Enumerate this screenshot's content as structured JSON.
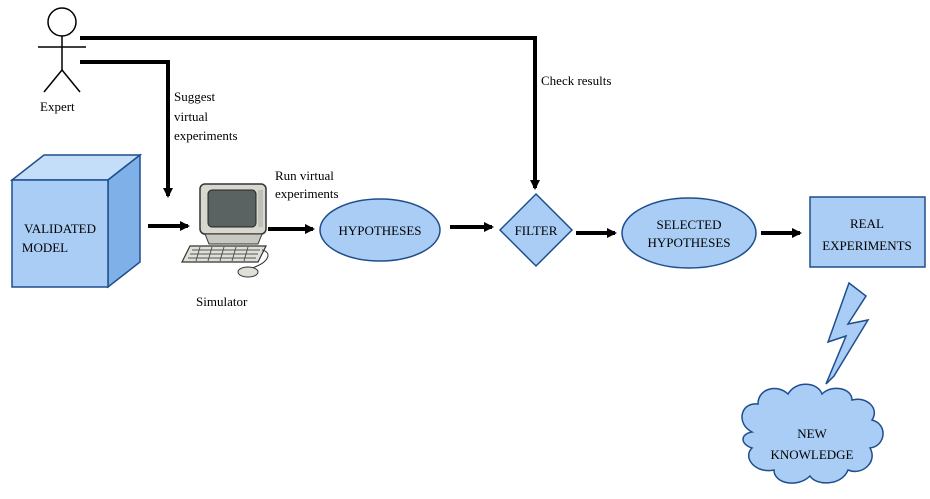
{
  "diagram": {
    "actor_label": "Expert",
    "computer_label": "Simulator",
    "edge_labels": {
      "suggest_line1": "Suggest",
      "suggest_line2": "virtual",
      "suggest_line3": "experiments",
      "run_line1": "Run virtual",
      "run_line2": "experiments",
      "check": "Check results"
    },
    "nodes": {
      "model_line1": "VALIDATED",
      "model_line2": "MODEL",
      "hypotheses": "HYPOTHESES",
      "filter": "FILTER",
      "selected_line1": "SELECTED",
      "selected_line2": "HYPOTHESES",
      "real_line1": "REAL",
      "real_line2": "EXPERIMENTS",
      "knowledge_line1": "NEW",
      "knowledge_line2": "KNOWLEDGE"
    },
    "colors": {
      "node_fill": "#a9cdf5",
      "node_fill_dark": "#7fb0e8",
      "stroke": "#1f4e8c",
      "arrow": "#000000",
      "monitor_body": "#d8d8d0",
      "monitor_screen": "#555a5a"
    },
    "icons": [
      "stick-figure-icon",
      "computer-icon",
      "lightning-bolt-icon",
      "cloud-icon"
    ]
  }
}
